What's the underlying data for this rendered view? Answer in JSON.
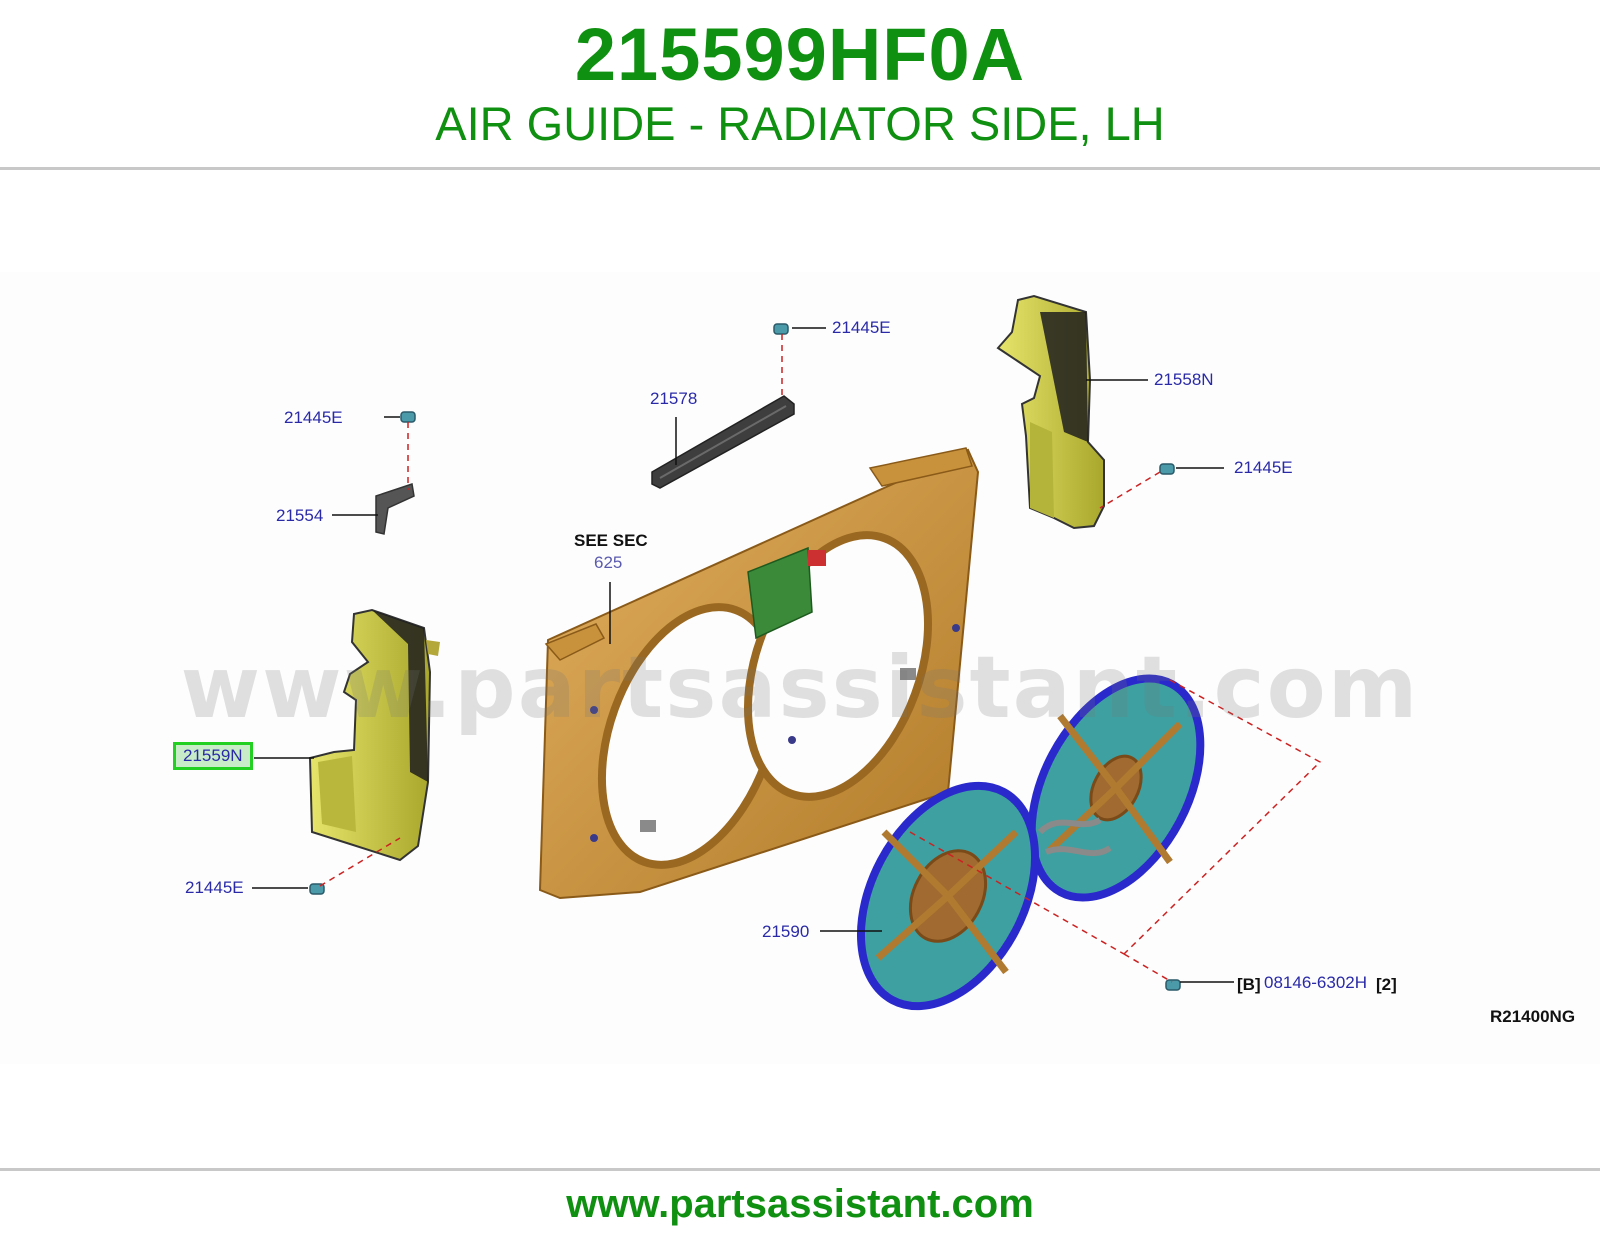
{
  "header": {
    "part_number": "215599HF0A",
    "description": "AIR GUIDE - RADIATOR SIDE, LH"
  },
  "diagram": {
    "watermark": "www.partsassistant.com",
    "code": "R21400NG",
    "callouts": {
      "clip_top_center": "21445E",
      "seal_bar": "21578",
      "air_guide_rh": "21558N",
      "clip_right": "21445E",
      "clip_left_upper": "21445E",
      "bracket": "21554",
      "see_sec_label": "SEE SEC",
      "see_sec_number": "625",
      "air_guide_lh": "21559N",
      "clip_left_lower": "21445E",
      "fan_assembly": "21590",
      "bolt_prefix": "[B]",
      "bolt_part": "08146-6302H",
      "bolt_qty": "[2]"
    },
    "colors": {
      "radiator_core_support": "#d09a40",
      "air_guide": "#c8c63c",
      "fan_shroud": "#3aa0a0",
      "fan_frame": "#2a2acc",
      "leader_dashed": "#cc2222",
      "highlight_border": "#22d022"
    }
  },
  "footer": {
    "url": "www.partsassistant.com"
  }
}
